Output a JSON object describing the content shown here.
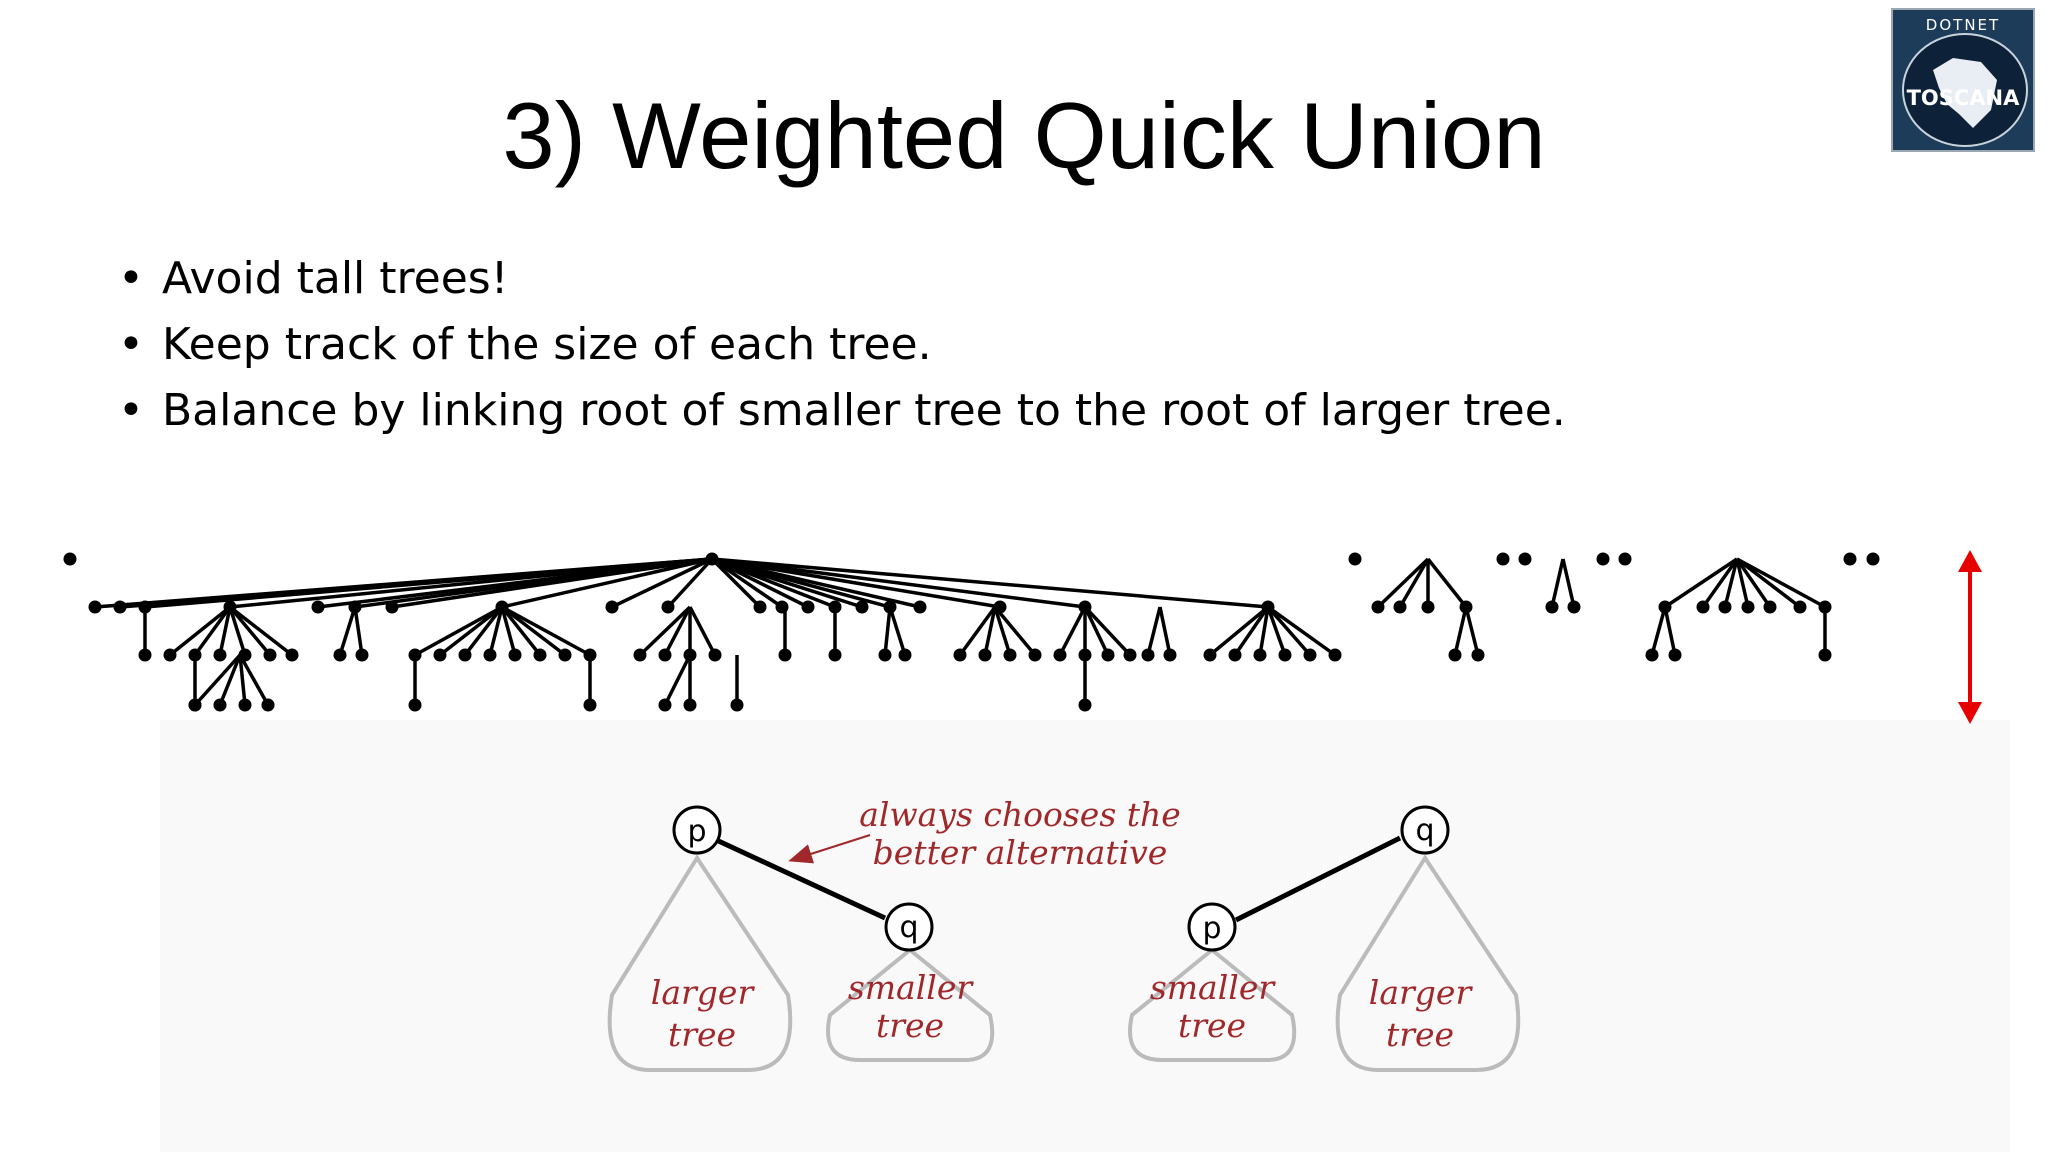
{
  "slide": {
    "title": "3) Weighted Quick Union",
    "bullets": [
      "Avoid tall trees!",
      "Keep track of the size of each tree.",
      "Balance by linking root of smaller tree to the root of larger tree."
    ]
  },
  "logo": {
    "top_text": "DOTNET",
    "main_text": "TOSCANA"
  },
  "diagram": {
    "annotation": [
      "always chooses the",
      "better alternative"
    ],
    "left_config": {
      "root": "p",
      "child": "q",
      "root_tree": [
        "larger",
        "tree"
      ],
      "child_tree": [
        "smaller",
        "tree"
      ]
    },
    "right_config": {
      "root": "q",
      "child": "p",
      "root_tree": [
        "larger",
        "tree"
      ],
      "child_tree": [
        "smaller",
        "tree"
      ]
    }
  },
  "colors": {
    "annotation": "#a0282b",
    "height_arrow": "#e60000",
    "text": "#000000",
    "tree_outline": "#bbbbbb"
  },
  "icons": [
    "bullet-dot",
    "height-arrow-icon",
    "dotnet-toscana-logo"
  ]
}
